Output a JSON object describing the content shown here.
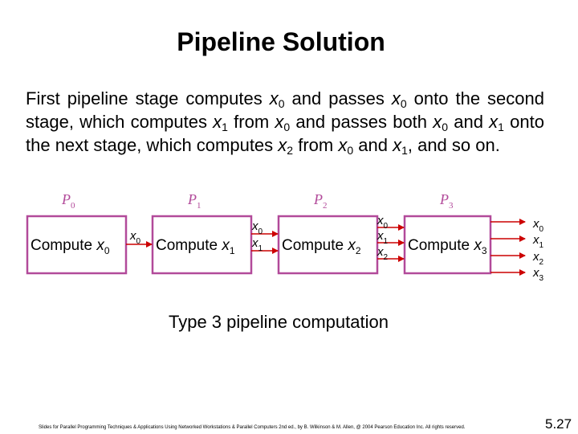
{
  "slide": {
    "title": "Pipeline Solution",
    "caption": "Type 3 pipeline computation",
    "footer": "Slides for Parallel Programming Techniques & Applications Using Networked Workstations & Parallel Computers 2nd ed., by B. Wilkinson & M. Allen, @ 2004 Pearson Education Inc. All rights reserved.",
    "page_number": "5.27"
  },
  "paragraph": {
    "p1": "First pipeline stage computes ",
    "p2": " and passes ",
    "p3": " onto the second stage, which computes ",
    "p4": " from ",
    "p5": " and passes both ",
    "p6": " and ",
    "p7": " onto the next stage, which computes ",
    "p8": " from ",
    "p9": " and ",
    "p10": ", and so on.",
    "x": "x",
    "s0": "0",
    "s1": "1",
    "s2": "2"
  },
  "diagram": {
    "compute_label": "Compute",
    "proc_letter": "P",
    "var_letter": "x",
    "stages": [
      {
        "proc_sub": "0",
        "compute_sub": "0"
      },
      {
        "proc_sub": "1",
        "compute_sub": "1"
      },
      {
        "proc_sub": "2",
        "compute_sub": "2"
      },
      {
        "proc_sub": "3",
        "compute_sub": "3"
      }
    ],
    "links": [
      {
        "labels": [
          "0"
        ]
      },
      {
        "labels": [
          "0",
          "1"
        ]
      },
      {
        "labels": [
          "0",
          "1",
          "2"
        ]
      },
      {
        "labels": [
          "0",
          "1",
          "2",
          "3"
        ]
      }
    ],
    "colors": {
      "box": "#b24a9a",
      "arrow": "#cc0000",
      "label": "#b24a9a"
    }
  }
}
